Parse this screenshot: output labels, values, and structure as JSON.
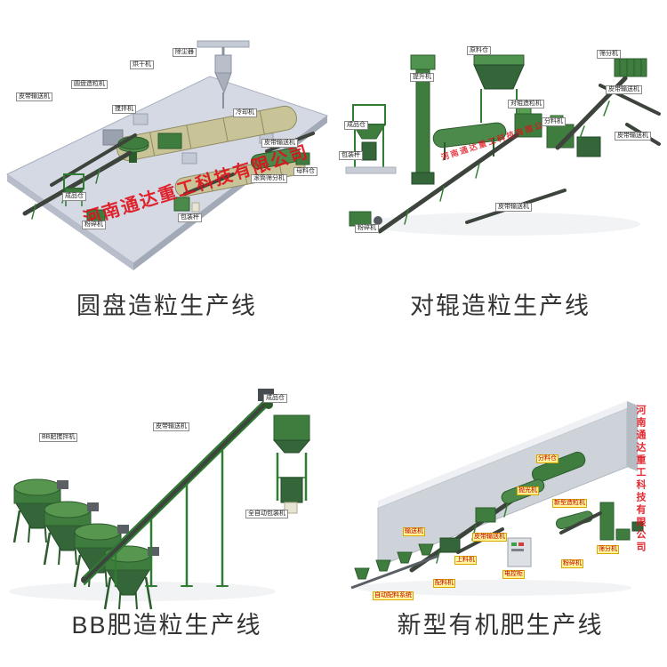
{
  "page": {
    "background": "#ffffff",
    "watermark": "河南通达重工科技有限公司",
    "colors": {
      "watermark_red": "#e0101a",
      "machine_green": "#3f7d3f",
      "machine_green_dark": "#2c5b2c",
      "drum_tan": "#c9c498",
      "platform_gray": "#d4d9e4",
      "caption_text": "#333333"
    }
  },
  "sections": [
    {
      "caption": "圆盘造粒生产线",
      "labels": [
        "皮带输送机",
        "圆盘造粒机",
        "搅拌机",
        "烘干机",
        "除尘器",
        "冷却机",
        "滚筒筛分机",
        "母料仓",
        "成品仓",
        "粉碎机",
        "包装秤",
        "皮带输送机"
      ]
    },
    {
      "caption": "对辊造粒生产线",
      "labels": [
        "成品仓",
        "包装秤",
        "提升机",
        "原料仓",
        "对辊造粒机",
        "分料机",
        "筛分机",
        "皮带输送机",
        "皮带输送机",
        "皮带输送机",
        "粉碎机"
      ]
    },
    {
      "caption": "BB肥造粒生产线",
      "labels": [
        "BB肥搅拌机",
        "皮带输送机",
        "成品仓",
        "全自动包装机"
      ]
    },
    {
      "caption": "新型有机肥生产线",
      "labels": [
        "分料仓",
        "输送机",
        "上料机",
        "新型造粒机",
        "抛光机",
        "筛分机",
        "粉碎机",
        "皮带输送机",
        "配料机",
        "电控柜",
        "自动配料系统"
      ]
    }
  ]
}
